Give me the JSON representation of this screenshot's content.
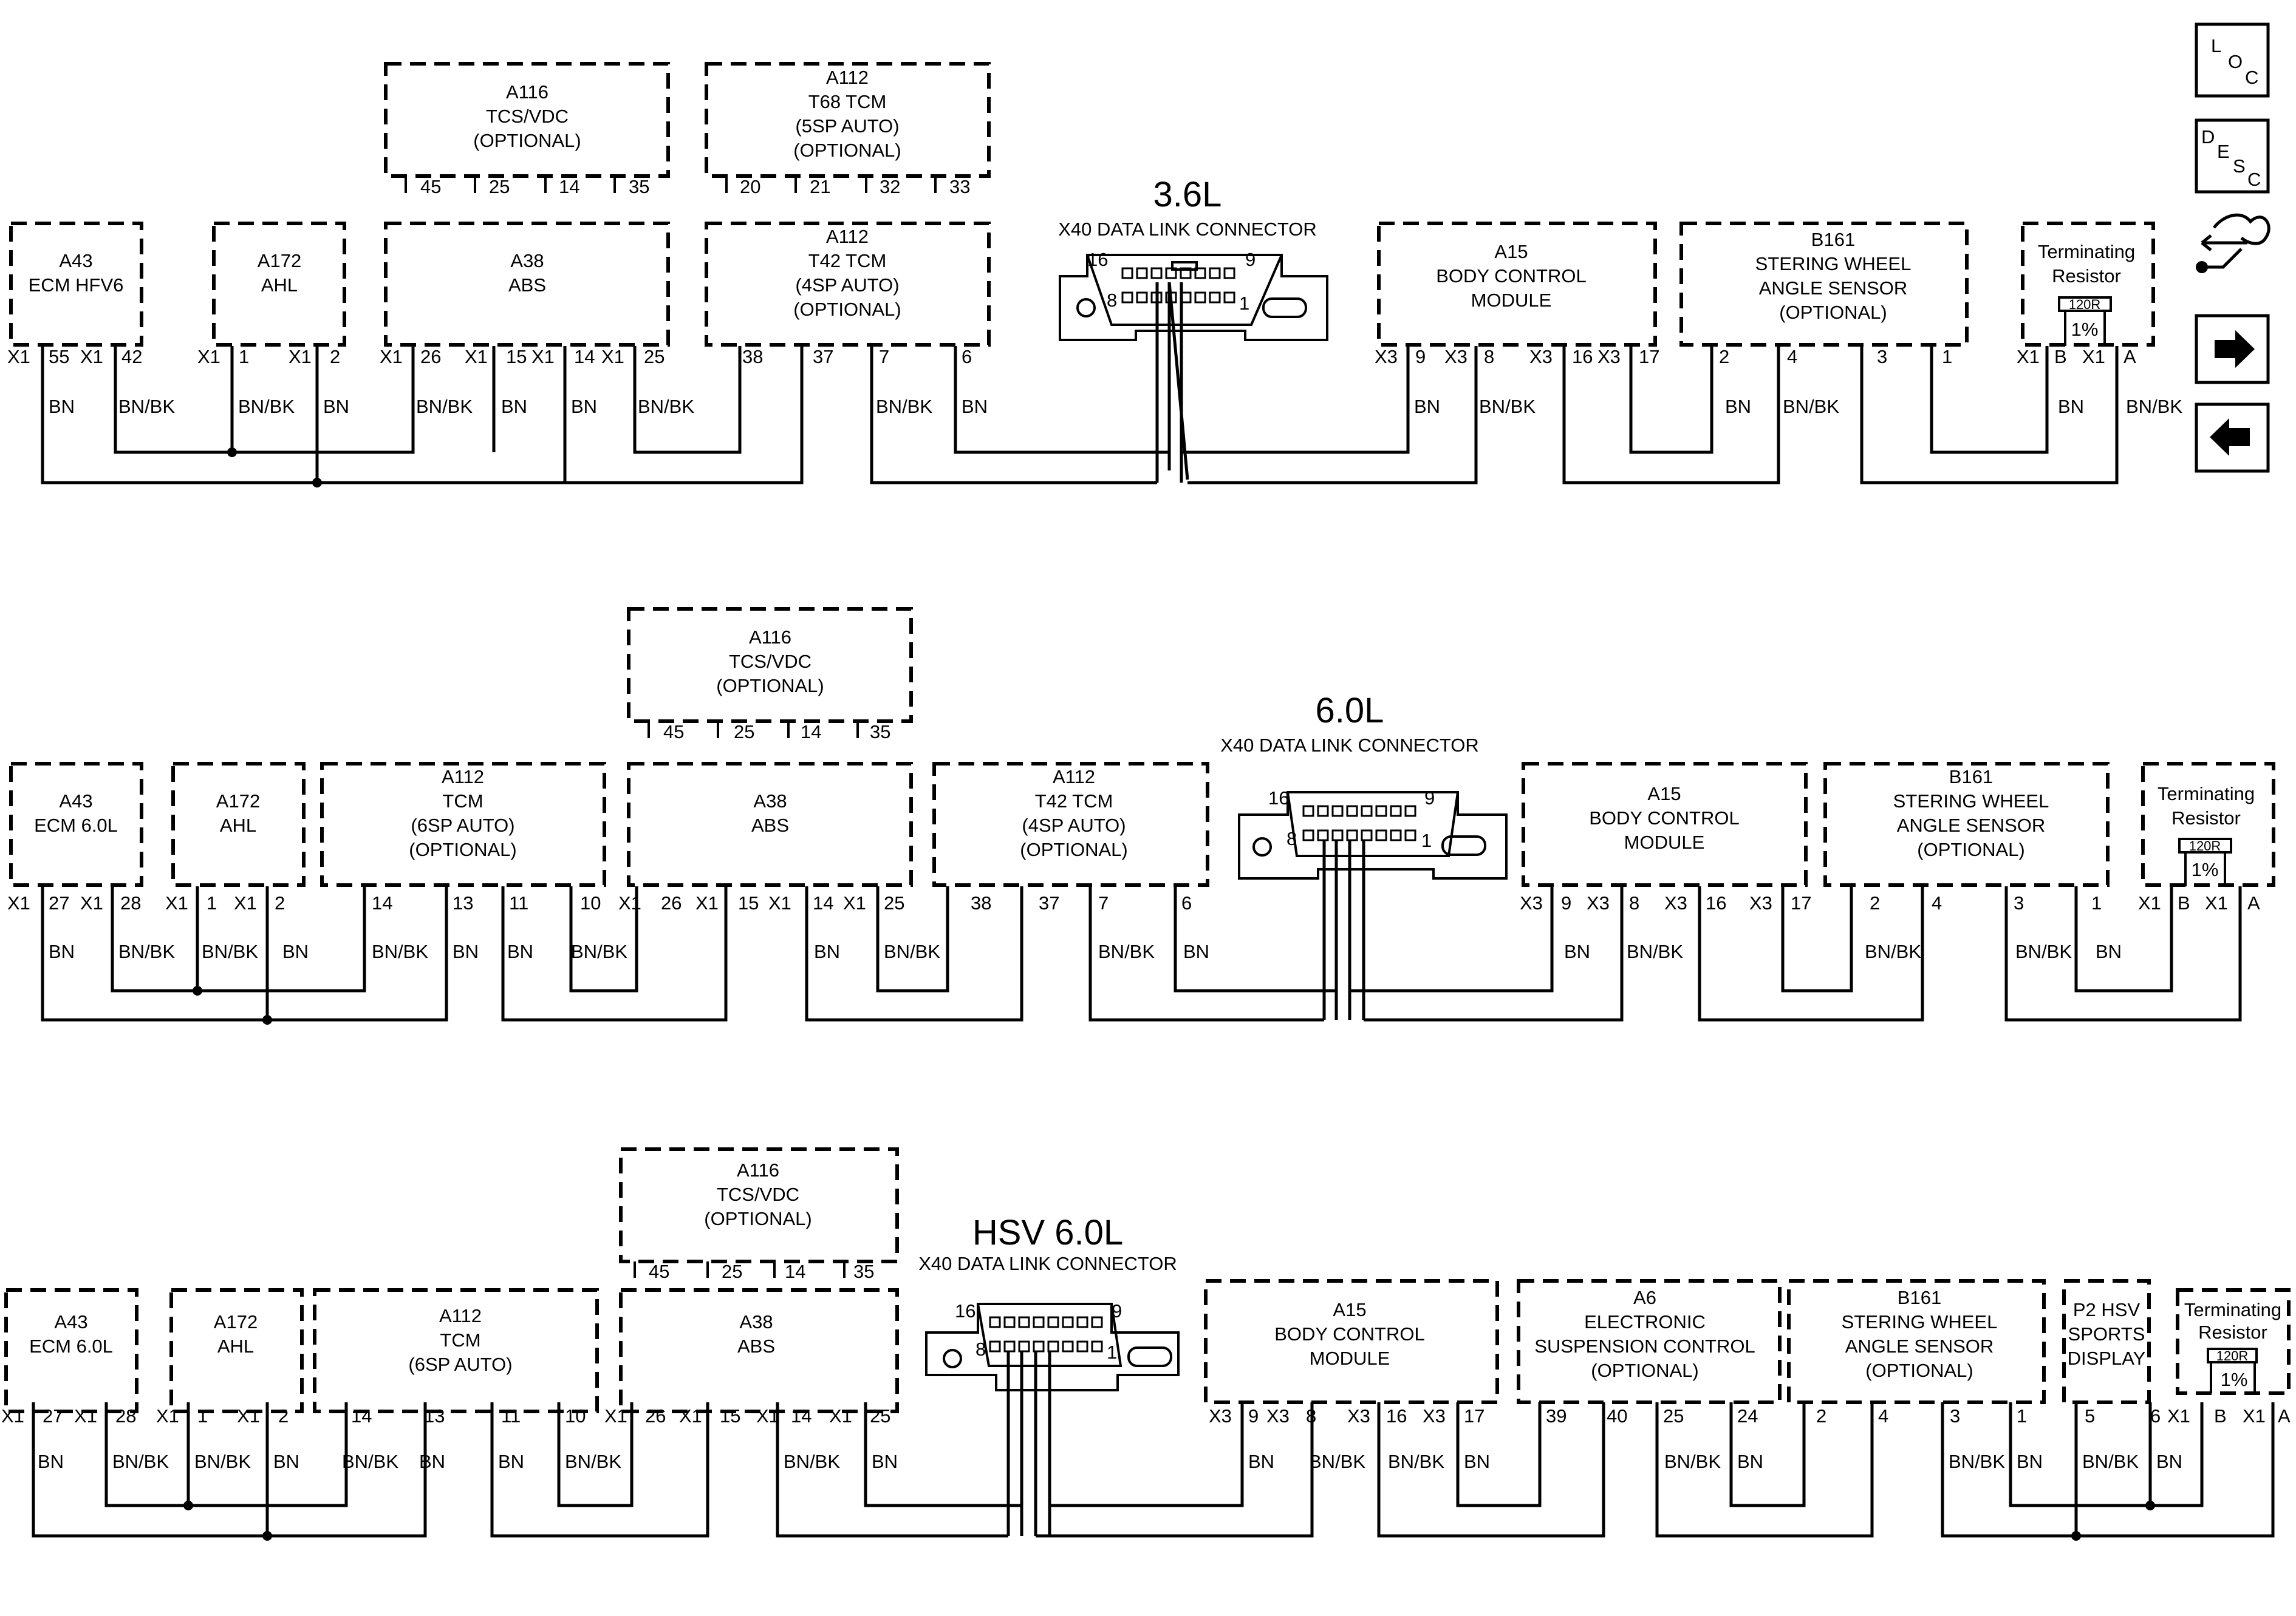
{
  "nav": {
    "loc": {
      "l1": "L",
      "l2": "O",
      "l3": "C"
    },
    "desc": {
      "l1": "D",
      "l2": "E",
      "l3": "S",
      "l4": "C"
    },
    "icons": [
      "loc-button",
      "desc-button",
      "wiring-tool-icon",
      "arrow-right-icon",
      "arrow-left-icon"
    ]
  },
  "sections": [
    {
      "title": "3.6L",
      "dlc": {
        "label": "X40 DATA LINK CONNECTOR",
        "pin_left": "16",
        "pin_right": "9",
        "pin_bl": "8",
        "pin_br": "1"
      },
      "top_modules": [
        {
          "lines": [
            "A116",
            "TCS/VDC",
            "(OPTIONAL)"
          ],
          "pins": [
            "45",
            "25",
            "14",
            "35"
          ]
        },
        {
          "lines": [
            "A112",
            "T68 TCM",
            "(5SP AUTO)",
            "(OPTIONAL)"
          ],
          "pins": [
            "20",
            "21",
            "32",
            "33"
          ]
        }
      ],
      "modules": [
        {
          "lines": [
            "A43",
            "ECM HFV6"
          ]
        },
        {
          "lines": [
            "A172",
            "AHL"
          ]
        },
        {
          "lines": [
            "A38",
            "ABS"
          ]
        },
        {
          "lines": [
            "A112",
            "T42 TCM",
            "(4SP AUTO)",
            "(OPTIONAL)"
          ]
        },
        {
          "lines": [
            "A15",
            "BODY CONTROL",
            "MODULE"
          ]
        },
        {
          "lines": [
            "B161",
            "STERING WHEEL",
            "ANGLE SENSOR",
            "(OPTIONAL)"
          ]
        },
        {
          "lines": [
            "Terminating",
            "Resistor"
          ],
          "resistor": "120R",
          "tolerance": "1%"
        }
      ],
      "pins": [
        "X1",
        "55",
        "X1",
        "42",
        "X1",
        "1",
        "X1",
        "2",
        "X1",
        "26",
        "X1",
        "15",
        "X1",
        "14",
        "X1",
        "25",
        "38",
        "37",
        "7",
        "6",
        "X3",
        "9",
        "X3",
        "8",
        "X3",
        "16",
        "X3",
        "17",
        "2",
        "4",
        "3",
        "1",
        "X1",
        "B",
        "X1",
        "A"
      ],
      "wires": [
        "BN",
        "BN/BK",
        "BN/BK",
        "BN",
        "BN/BK",
        "BN",
        "BN",
        "BN/BK",
        "BN/BK",
        "BN",
        "BN",
        "BN/BK",
        "BN",
        "BN/BK",
        "BN",
        "BN/BK"
      ]
    },
    {
      "title": "6.0L",
      "dlc": {
        "label": "X40 DATA LINK CONNECTOR",
        "pin_left": "16",
        "pin_right": "9",
        "pin_bl": "8",
        "pin_br": "1"
      },
      "top_modules": [
        {
          "lines": [
            "A116",
            "TCS/VDC",
            "(OPTIONAL)"
          ],
          "pins": [
            "45",
            "25",
            "14",
            "35"
          ]
        }
      ],
      "modules": [
        {
          "lines": [
            "A43",
            "ECM 6.0L"
          ]
        },
        {
          "lines": [
            "A172",
            "AHL"
          ]
        },
        {
          "lines": [
            "A112",
            "TCM",
            "(6SP AUTO)",
            "(OPTIONAL)"
          ]
        },
        {
          "lines": [
            "A38",
            "ABS"
          ]
        },
        {
          "lines": [
            "A112",
            "T42 TCM",
            "(4SP AUTO)",
            "(OPTIONAL)"
          ]
        },
        {
          "lines": [
            "A15",
            "BODY CONTROL",
            "MODULE"
          ]
        },
        {
          "lines": [
            "B161",
            "STERING WHEEL",
            "ANGLE SENSOR",
            "(OPTIONAL)"
          ]
        },
        {
          "lines": [
            "Terminating",
            "Resistor"
          ],
          "resistor": "120R",
          "tolerance": "1%"
        }
      ],
      "pins": [
        "X1",
        "27",
        "X1",
        "28",
        "X1",
        "1",
        "X1",
        "2",
        "14",
        "13",
        "11",
        "10",
        "X1",
        "26",
        "X1",
        "15",
        "X1",
        "14",
        "X1",
        "25",
        "38",
        "37",
        "7",
        "6",
        "X3",
        "9",
        "X3",
        "8",
        "X3",
        "16",
        "X3",
        "17",
        "2",
        "4",
        "3",
        "1",
        "X1",
        "B",
        "X1",
        "A"
      ],
      "wires": [
        "BN",
        "BN/BK",
        "BN/BK",
        "BN",
        "BN/BK",
        "BN",
        "BN",
        "BN/BK",
        "BN",
        "BN/BK",
        "BN/BK",
        "BN",
        "BN",
        "BN/BK",
        "BN/BK",
        "BN/BK",
        "BN"
      ]
    },
    {
      "title": "HSV 6.0L",
      "dlc": {
        "label": "X40 DATA LINK CONNECTOR",
        "pin_left": "16",
        "pin_right": "9",
        "pin_bl": "8",
        "pin_br": "1"
      },
      "top_modules": [
        {
          "lines": [
            "A116",
            "TCS/VDC",
            "(OPTIONAL)"
          ],
          "pins": [
            "45",
            "25",
            "14",
            "35"
          ]
        }
      ],
      "modules": [
        {
          "lines": [
            "A43",
            "ECM 6.0L"
          ]
        },
        {
          "lines": [
            "A172",
            "AHL"
          ]
        },
        {
          "lines": [
            "A112",
            "TCM",
            "(6SP AUTO)"
          ]
        },
        {
          "lines": [
            "A38",
            "ABS"
          ]
        },
        {
          "lines": [
            "A15",
            "BODY CONTROL",
            "MODULE"
          ]
        },
        {
          "lines": [
            "A6",
            "ELECTRONIC",
            "SUSPENSION CONTROL",
            "(OPTIONAL)"
          ]
        },
        {
          "lines": [
            "B161",
            "STERING WHEEL",
            "ANGLE SENSOR",
            "(OPTIONAL)"
          ]
        },
        {
          "lines": [
            "P2 HSV",
            "SPORTS",
            "DISPLAY"
          ]
        },
        {
          "lines": [
            "Terminating",
            "Resistor"
          ],
          "resistor": "120R",
          "tolerance": "1%"
        }
      ],
      "pins": [
        "X1",
        "27",
        "X1",
        "28",
        "X1",
        "1",
        "X1",
        "2",
        "14",
        "13",
        "11",
        "10",
        "X1",
        "26",
        "X1",
        "15",
        "X1",
        "14",
        "X1",
        "25",
        "X3",
        "9",
        "X3",
        "8",
        "X3",
        "16",
        "X3",
        "17",
        "39",
        "40",
        "25",
        "24",
        "2",
        "4",
        "3",
        "1",
        "5",
        "6",
        "X1",
        "B",
        "X1",
        "A"
      ],
      "wires": [
        "BN",
        "BN/BK",
        "BN/BK",
        "BN",
        "BN/BK",
        "BN",
        "BN",
        "BN/BK",
        "BN/BK",
        "BN",
        "BN",
        "BN/BK",
        "BN/BK",
        "BN",
        "BN/BK",
        "BN",
        "BN/BK",
        "BN",
        "BN/BK",
        "BN"
      ]
    }
  ]
}
